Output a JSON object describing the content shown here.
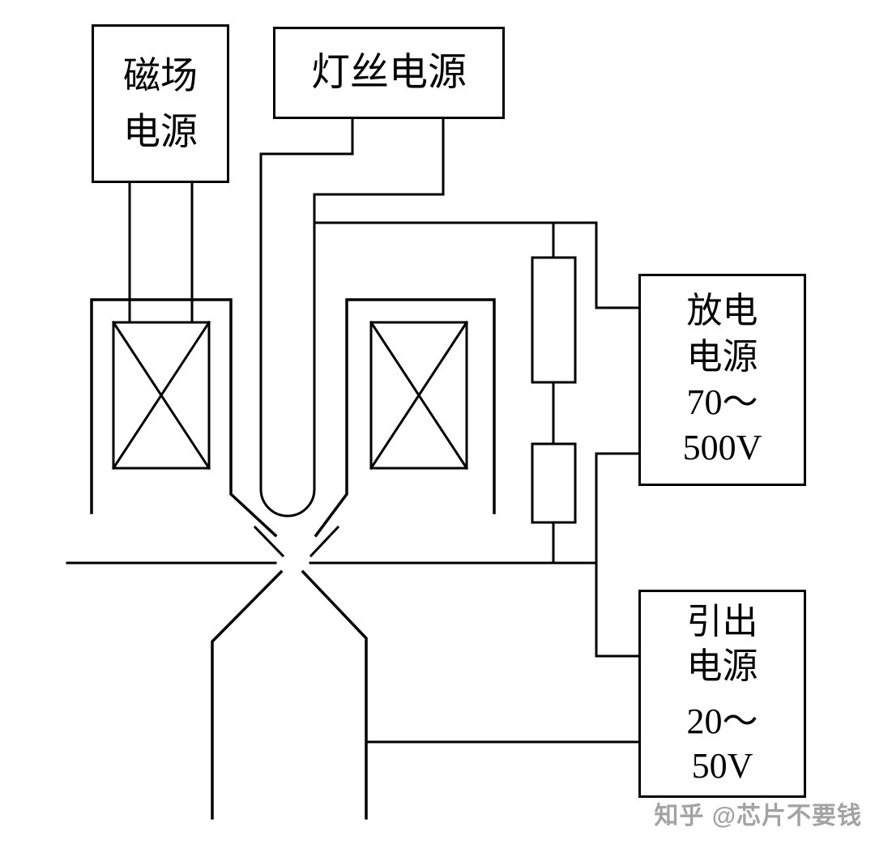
{
  "boxes": {
    "magnet": {
      "lines": [
        "磁场",
        "电源"
      ]
    },
    "filament": {
      "label": "灯丝电源"
    },
    "discharge": {
      "lines": [
        "放电",
        "电源",
        "70～",
        "500V"
      ]
    },
    "extraction": {
      "lines": [
        "引出",
        "电源",
        "20～",
        "50V"
      ]
    }
  },
  "symbols": {
    "coil": "crossed-rectangle-coil-symbol",
    "resistor": "rectangle-resistor-symbol"
  },
  "colors": {
    "line": "#000000",
    "background": "#ffffff",
    "watermark": "#a3a3a3"
  },
  "watermark": {
    "text": "知乎 @芯片不要钱"
  }
}
